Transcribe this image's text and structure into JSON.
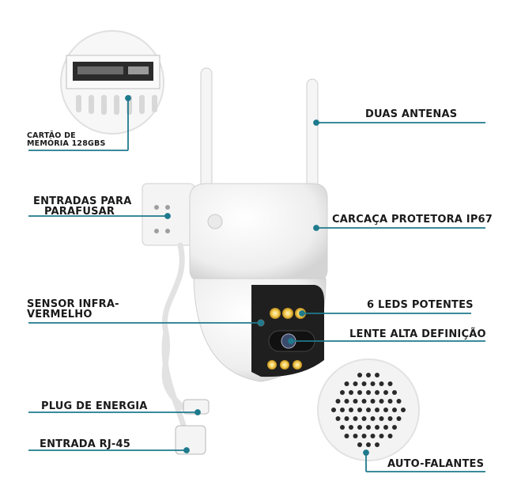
{
  "callouts": {
    "memory_line1": "CARTÃO DE",
    "memory_line2": "MEMÓRIA 128GBS",
    "antennas": "DUAS ANTENAS",
    "screws_line1": "ENTRADAS PARA",
    "screws_line2": "PARAFUSAR",
    "housing": "CARCAÇA PROTETORA IP67",
    "ir_line1": "SENSOR INFRA-",
    "ir_line2": "VERMELHO",
    "leds": "6 LEDS POTENTES",
    "lens": "LENTE ALTA DEFINIÇÃO",
    "power": "PLUG DE ENERGIA",
    "rj45": "ENTRADA RJ-45",
    "speakers": "AUTO-FALANTES"
  },
  "colors": {
    "line": "#1e7a8c",
    "text": "#1a1a1a",
    "led": "#f2c94c",
    "body": "#f1f1f1"
  }
}
